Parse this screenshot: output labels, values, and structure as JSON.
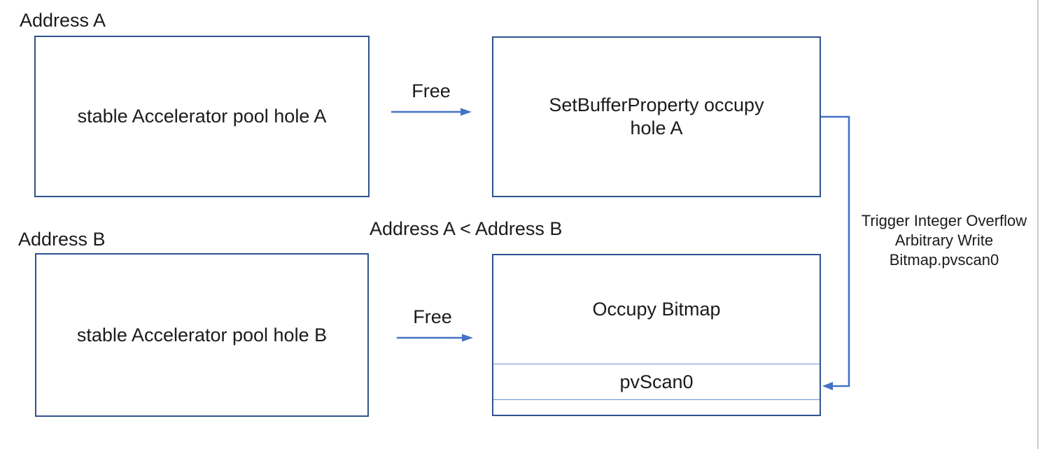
{
  "diagram": {
    "address_a_label": "Address A",
    "address_b_label": "Address B",
    "comparison_label": "Address A < Address B",
    "free_label_top": "Free",
    "free_label_bottom": "Free",
    "pool_a_box_label": "stable Accelerator pool hole A",
    "occupy_a_box_line1": "SetBufferProperty occupy",
    "occupy_a_box_line2": "hole A",
    "pool_b_box_label": "stable Accelerator pool hole B",
    "bitmap_box_title": "Occupy Bitmap",
    "bitmap_box_pvscan0": "pvScan0",
    "annotation_line1": "Trigger Integer Overflow",
    "annotation_line2": "Arbitrary Write",
    "annotation_line3": "Bitmap.pvscan0",
    "colors": {
      "box_border": "#2F528F",
      "arrow": "#4472C4",
      "divider": "#6A8FD8",
      "text": "#1B1B1B",
      "edge_line": "#CBCBCB",
      "background": "#FFFFFF"
    }
  }
}
